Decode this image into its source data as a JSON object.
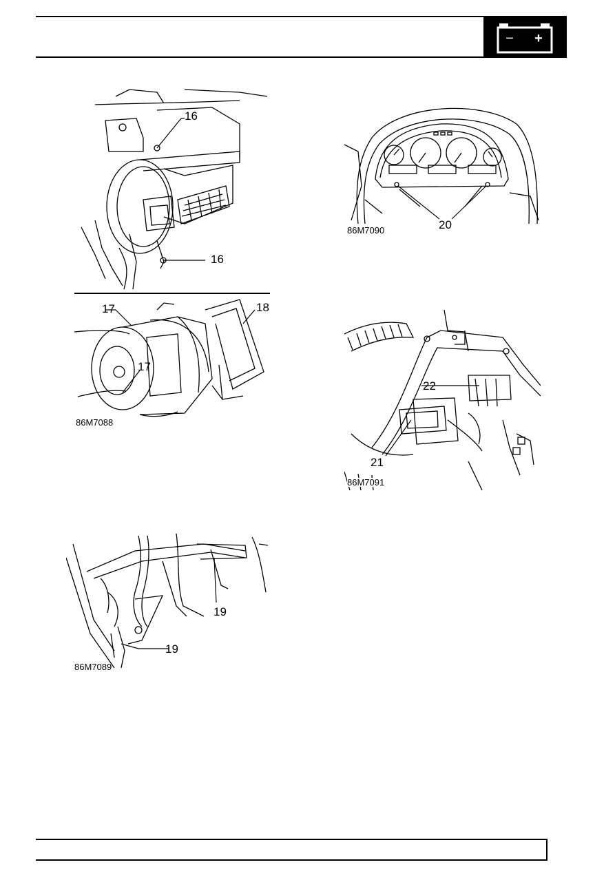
{
  "header": {
    "badge_icon": "battery-icon",
    "badge_signs": {
      "minus": "−",
      "plus": "+"
    }
  },
  "figures": [
    {
      "id": "blower-unit-top",
      "callouts": {
        "upper": "16",
        "lower": "16"
      },
      "ref": ""
    },
    {
      "id": "blower-motor",
      "callouts": {
        "upper_left": "17",
        "lower_left": "17",
        "right": "18"
      },
      "ref": "86M7088"
    },
    {
      "id": "harness-bracket",
      "callouts": {
        "upper": "19",
        "lower": "19"
      },
      "ref": "86M7089"
    },
    {
      "id": "instrument-pack",
      "callouts": {
        "center": "20"
      },
      "ref": "86M7090"
    },
    {
      "id": "ecu-connectors",
      "callouts": {
        "upper": "22",
        "lower": "21"
      },
      "ref": "86M7091"
    }
  ],
  "colors": {
    "ink": "#000000",
    "paper": "#ffffff"
  }
}
